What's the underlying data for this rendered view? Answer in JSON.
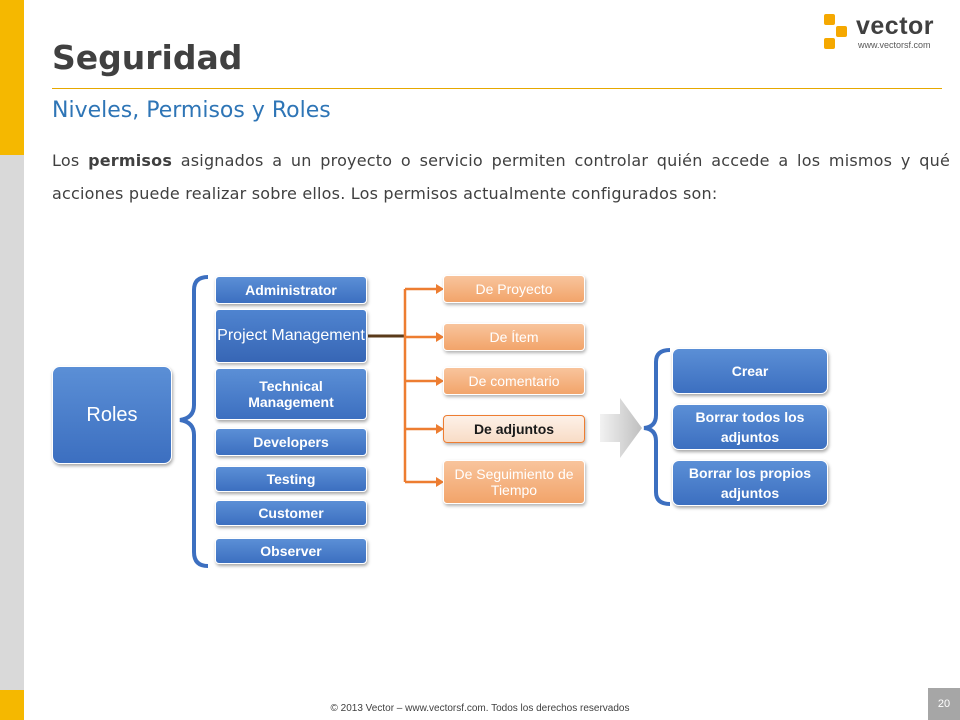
{
  "slide": {
    "title": "Seguridad",
    "subtitle": "Niveles, Permisos y Roles",
    "body_part1": "Los ",
    "body_bold": "permisos",
    "body_part2": " asignados a un proyecto o servicio permiten controlar quién accede a los mismos y qué acciones puede realizar sobre ellos. Los permisos actualmente configurados son:"
  },
  "logo": {
    "name": "vector",
    "url": "www.vectorsf.com"
  },
  "diagram": {
    "root": "Roles",
    "roles": [
      "Administrator",
      "Project Management",
      "Technical Management",
      "Developers",
      "Testing",
      "Customer",
      "Observer"
    ],
    "permissions": [
      "De Proyecto",
      "De Ítem",
      "De comentario",
      "De adjuntos",
      "De Seguimiento de Tiempo"
    ],
    "actions": [
      "Crear",
      "Borrar todos los adjuntos",
      "Borrar los propios adjuntos"
    ]
  },
  "footer": {
    "copyright": "© 2013 Vector – www.vectorsf.com. Todos los derechos reservados",
    "page": "20"
  },
  "colors": {
    "accent": "#f5b800",
    "brand_blue": "#3c6fc0",
    "orange": "#ed7d31",
    "title_rule": "#e6a800"
  }
}
